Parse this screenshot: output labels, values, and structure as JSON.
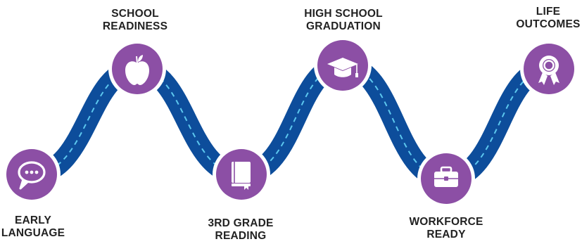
{
  "colors": {
    "road": "#0d4d9b",
    "road_dash": "#5cc7ee",
    "circle_fill": "#8c4fa5",
    "circle_ring": "#ffffff",
    "icon": "#ffffff",
    "text": "#222222"
  },
  "milestones": [
    {
      "id": "early-language",
      "icon": "speech-bubble-icon",
      "label_lines": [
        "EARLY",
        "LANGUAGE"
      ]
    },
    {
      "id": "school-readiness",
      "icon": "apple-icon",
      "label_lines": [
        "SCHOOL",
        "READINESS"
      ]
    },
    {
      "id": "3rd-grade-reading",
      "icon": "book-icon",
      "label_lines": [
        "3RD GRADE",
        "READING"
      ]
    },
    {
      "id": "high-school-graduation",
      "icon": "graduation-cap-icon",
      "label_lines": [
        "HIGH SCHOOL",
        "GRADUATION"
      ]
    },
    {
      "id": "workforce-ready",
      "icon": "briefcase-icon",
      "label_lines": [
        "WORKFORCE",
        "READY"
      ]
    },
    {
      "id": "life-outcomes",
      "icon": "award-ribbon-icon",
      "label_lines": [
        "LIFE",
        "OUTCOMES"
      ]
    }
  ]
}
